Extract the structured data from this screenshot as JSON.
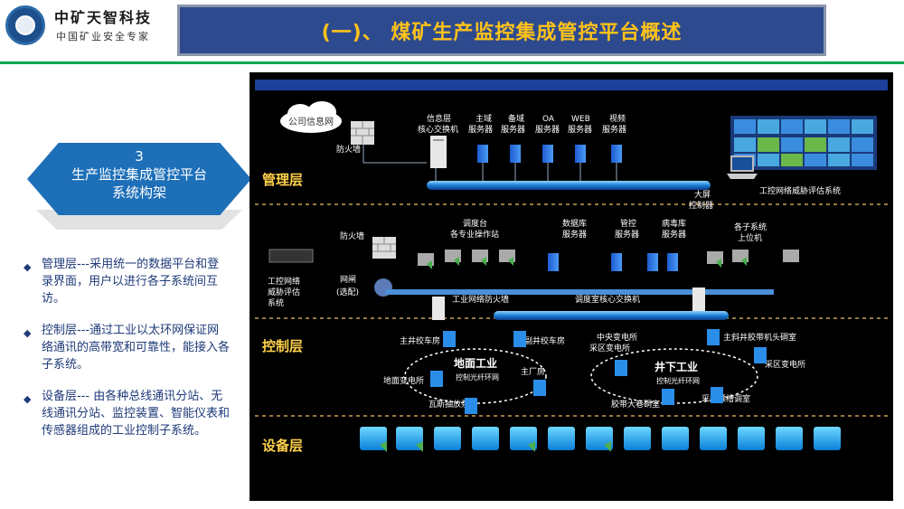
{
  "brand": {
    "name": "中矿天智科技",
    "slogan": "中国矿业安全专家"
  },
  "title": "(一)、 煤矿生产监控集成管控平台概述",
  "section": {
    "number": "3",
    "line1": "生产监控集成管控平台",
    "line2": "系统构架"
  },
  "bullets": [
    {
      "text": "管理层---采用统一的数据平台和登录界面，用户以进行各子系统间互访。"
    },
    {
      "text": "控制层---通过工业以太环网保证网络通讯的高带宽和可靠性，能接入各子系统。"
    },
    {
      "text": "设备层--- 由各种总线通讯分站、无线通讯分站、监控装置、智能仪表和传感器组成的工业控制子系统。"
    }
  ],
  "diagram": {
    "layers": {
      "management": "管理层",
      "control": "控制层",
      "device": "设备层"
    },
    "labels": {
      "cloud": "公司信息网",
      "firewall1": "防火墙",
      "core_switch": "信息层\n核心交换机",
      "main_server": "主域\n服务器",
      "backup_server": "备域\n服务器",
      "oa_server": "OA\n服务器",
      "web_server": "WEB\n服务器",
      "video_server": "视频\n服务器",
      "assessment": "工控网络威胁评估系统",
      "bigscreen": "大屏\n控制器",
      "firewall2": "防火墙",
      "console": "调度台\n各专业操作站",
      "db_server": "数据库\n服务器",
      "control_server": "管控\n服务器",
      "antivirus": "病毒库\n服务器",
      "subsystem": "各子系统\n上位机",
      "ics_eval": "工控网络\n威胁评估\n系统",
      "gateway": "网闸\n(选配)",
      "ics_firewall": "工业网络防火墙",
      "dispatch_switch": "调度室核心交换机",
      "surface": "地面工业",
      "surface_net": "控制光纤环网",
      "underground": "井下工业",
      "underground_net": "控制光纤环网",
      "main_shaft": "主井绞车房",
      "aux_shaft": "副井绞车房",
      "surface_sub": "地面变电所",
      "main_plant": "主厂房",
      "gas_pump": "瓦斯抽放泵站",
      "central_sub": "中央变电所",
      "mining_sub": "采区变电所",
      "main_belt": "主斜井胶带机头硐室",
      "area_sub": "采区变电所",
      "belt_room": "胶带大巷硐室",
      "area_room": "采区顺槽调室"
    }
  },
  "colors": {
    "accent": "#2d4a8e",
    "title_text": "#ffc21a",
    "green": "#00a651",
    "diamond": "#1d6fb8",
    "bullet_text": "#1e3a78"
  }
}
